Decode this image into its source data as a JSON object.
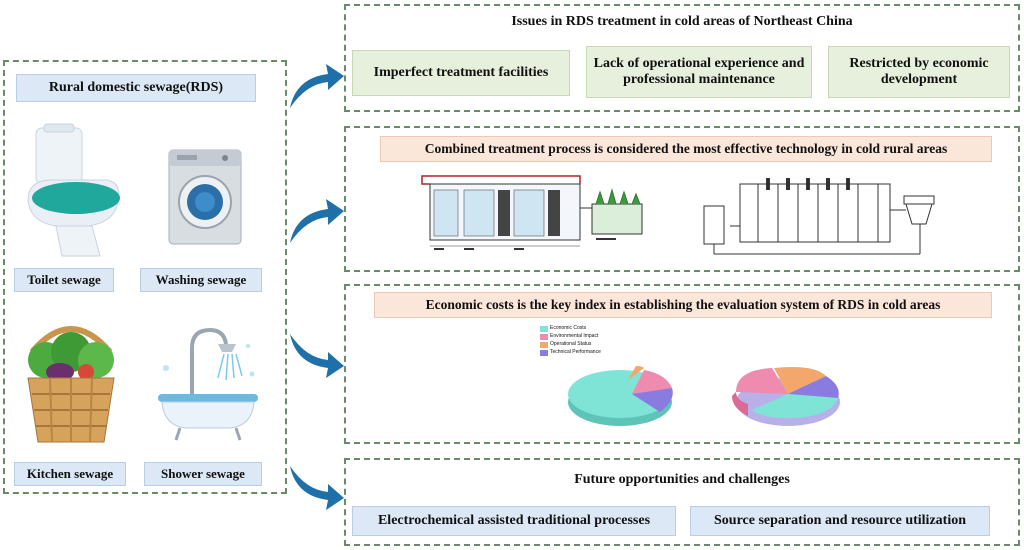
{
  "left_panel": {
    "title": "Rural domestic sewage(RDS)",
    "items": [
      {
        "label": "Toilet sewage",
        "icon": "toilet-icon"
      },
      {
        "label": "Washing sewage",
        "icon": "washing-machine-icon"
      },
      {
        "label": "Kitchen sewage",
        "icon": "vegetable-basket-icon"
      },
      {
        "label": "Shower sewage",
        "icon": "bathtub-shower-icon"
      }
    ]
  },
  "issues": {
    "title": "Issues in RDS treatment in cold areas of Northeast China",
    "items": [
      "Imperfect treatment facilities",
      "Lack of operational experience and professional maintenance",
      "Restricted by economic development"
    ]
  },
  "process": {
    "title": "Combined treatment process is considered the most effective technology in cold rural areas"
  },
  "economic": {
    "title": "Economic costs is the key index in establishing the evaluation system of RDS in cold areas",
    "legend": [
      "Economic Costs",
      "Environmental Impact",
      "Operational Status",
      "Technical Performance"
    ]
  },
  "future": {
    "title": "Future opportunities and challenges",
    "items": [
      "Electrochemical assisted traditional processes",
      "Source separation and resource utilization"
    ]
  },
  "colors": {
    "border": "#6a8a6a",
    "arrow": "#1f6fa8",
    "blue_label": "#dce8f5",
    "green_label": "#e6f0dc",
    "pink_label": "#fbe6da",
    "pie_economic": "#7fe3d6",
    "pie_environment": "#f08bb0",
    "pie_operational": "#f4a76b",
    "pie_technical": "#8a7be0"
  }
}
